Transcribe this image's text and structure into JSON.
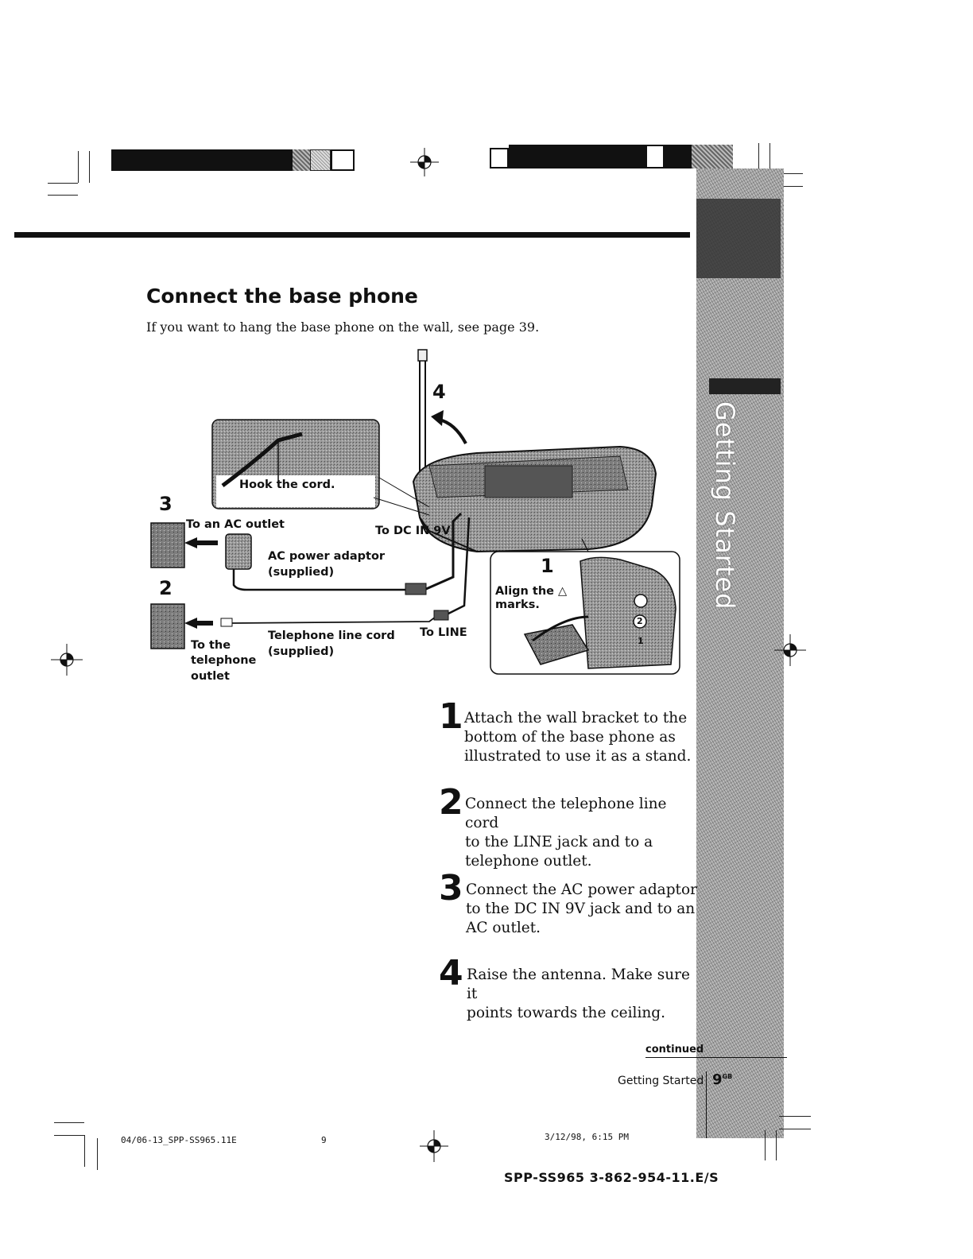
{
  "header": {
    "title": "Connect the base phone",
    "intro": "If you want to hang the base phone on the wall, see page 39."
  },
  "side_tab": {
    "label": "Getting Started"
  },
  "diagram": {
    "labels": {
      "hook": "Hook the cord.",
      "step3_num": "3",
      "step2_num": "2",
      "step1_num": "1",
      "step4_num": "4",
      "ac_outlet": "To an AC outlet",
      "dc_in": "To DC IN 9V",
      "adaptor_1": "AC power adaptor",
      "adaptor_2": "(supplied)",
      "align_1": "Align the △",
      "align_2": "marks.",
      "tel_outlet_1": "To the",
      "tel_outlet_2": "telephone",
      "tel_outlet_3": "outlet",
      "line_cord_1": "Telephone line cord",
      "line_cord_2": "(supplied)",
      "to_line": "To LINE",
      "circle_1": "1",
      "circle_2": "2"
    }
  },
  "steps": [
    {
      "num": "1",
      "lines": [
        "Attach the wall bracket to the",
        "bottom of the base phone as",
        "illustrated to use it as a stand."
      ]
    },
    {
      "num": "2",
      "lines": [
        "Connect the telephone line cord",
        "to the LINE jack and to a",
        "telephone outlet."
      ]
    },
    {
      "num": "3",
      "lines": [
        "Connect the AC power adaptor",
        "to the DC IN 9V jack and to an",
        "AC outlet."
      ]
    },
    {
      "num": "4",
      "lines": [
        "Raise the antenna. Make sure it",
        "points towards the ceiling."
      ]
    }
  ],
  "footer": {
    "continued": "continued",
    "section": "Getting Started",
    "page": "9",
    "page_suffix": "GB",
    "file": "04/06-13_SPP-SS965.11E",
    "file_page": "9",
    "timestamp": "3/12/98, 6:15 PM",
    "model": "SPP-SS965 3-862-954-11.E/S"
  }
}
